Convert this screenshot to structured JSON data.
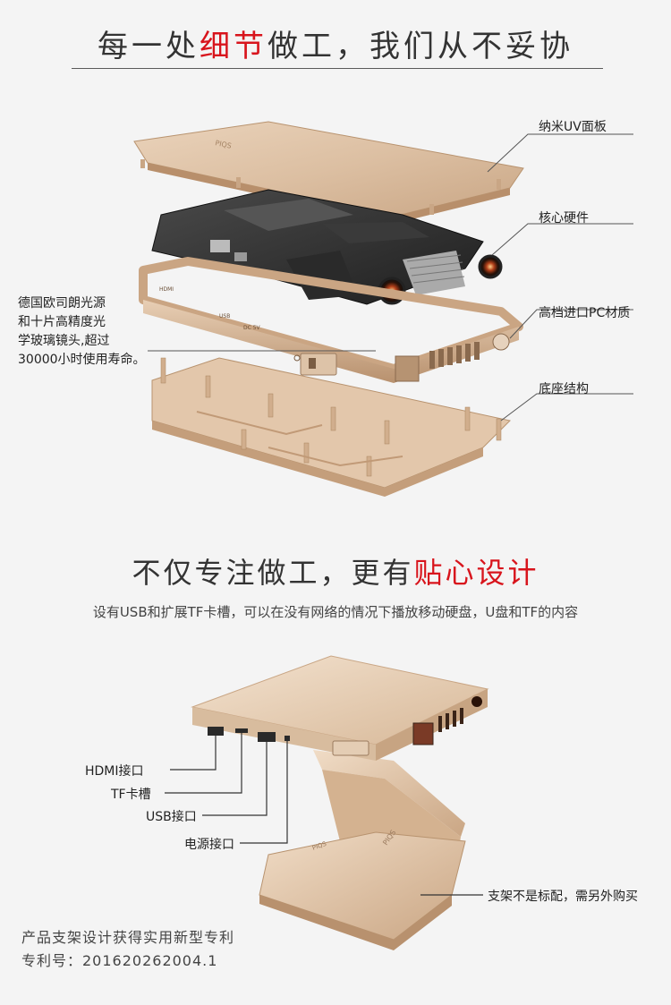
{
  "section1": {
    "title_pre": "每一处",
    "title_red": "细节",
    "title_post": "做工，我们从不妥协",
    "callouts": {
      "panel": "纳米UV面板",
      "core": "核心硬件",
      "pc": "高档进口PC材质",
      "base": "底座结构"
    },
    "left_note": [
      "德国欧司朗光源",
      "和十片高精度光",
      "学玻璃镜头,超过",
      "30000小时使用寿命。"
    ],
    "board_labels": {
      "hdmi": "HDMI",
      "usb": "USB",
      "dc": "DC 5V"
    }
  },
  "section2": {
    "title_pre": "不仅专注做工，更有",
    "title_red": "贴心设计",
    "subtitle": "设有USB和扩展TF卡槽，可以在没有网络的情况下播放移动硬盘，U盘和TF的内容",
    "ports": {
      "hdmi": "HDMI接口",
      "tf": "TF卡槽",
      "usb": "USB接口",
      "power": "电源接口"
    },
    "stand_note": "支架不是标配，需另外购买",
    "patent_line1": "产品支架设计获得实用新型专利",
    "patent_line2": "专利号：201620262004.1",
    "brand_mark": "PIQS"
  },
  "colors": {
    "accent": "#d8141c",
    "gold": "#d9b898",
    "board": "#2b2b2b"
  }
}
